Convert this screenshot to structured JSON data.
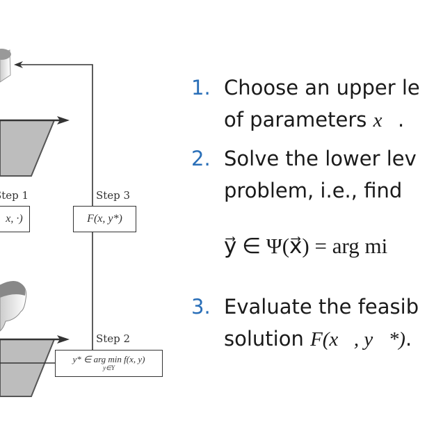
{
  "diagram": {
    "step1_label": "Step 1",
    "step1_box": "x, ·)",
    "step2_label": "Step 2",
    "step2_box": "y* ∈ arg min f(x, y)",
    "step2_sub": "y∈Y",
    "step3_label": "Step 3",
    "step3_box": "F(x,  y*)"
  },
  "list": [
    {
      "number": "1.",
      "line1": "Choose an upper le",
      "line2_text": "of parameters ",
      "line2_math": "x⃗",
      "line2_end": "."
    },
    {
      "number": "2.",
      "line1": "Solve the lower lev",
      "line2_text": "problem, i.e., find",
      "line2_math": "",
      "line2_end": ""
    },
    {
      "number": "3.",
      "line1": "Evaluate the feasib",
      "line2_text": "solution ",
      "line2_math": "F(x⃗, y⃗*)",
      "line2_end": "."
    }
  ],
  "formula": "y⃗ ∈ Ψ(x⃗) = arg mi",
  "colors": {
    "number": "#2a6fb8",
    "shape_fill": "#bdbdbd",
    "line": "#333333"
  }
}
